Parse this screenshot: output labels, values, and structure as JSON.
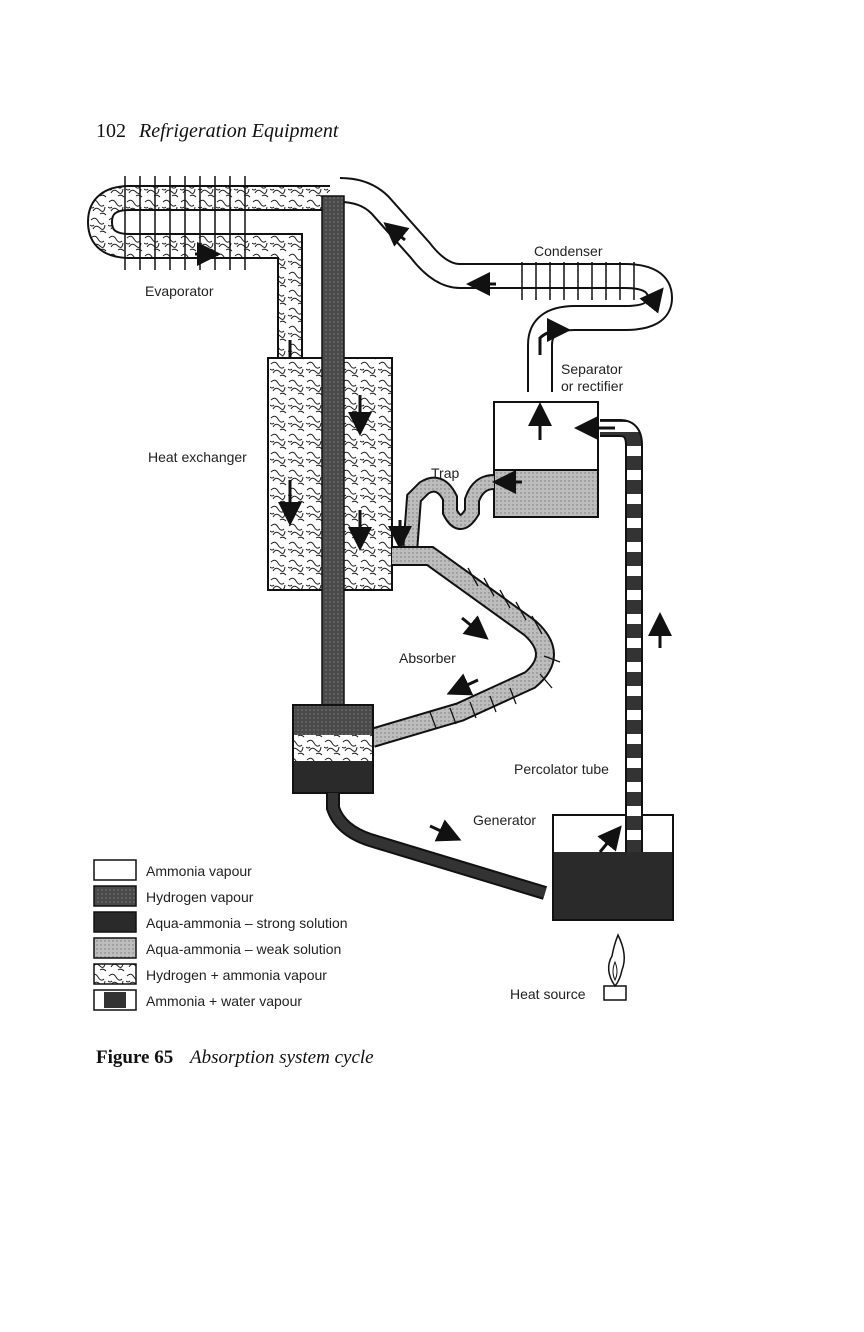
{
  "header": {
    "page_number": "102",
    "title": "Refrigeration Equipment"
  },
  "labels": {
    "evaporator": "Evaporator",
    "condenser": "Condenser",
    "separator_line1": "Separator",
    "separator_line2": "or rectifier",
    "heat_exchanger": "Heat exchanger",
    "trap": "Trap",
    "absorber": "Absorber",
    "percolator": "Percolator tube",
    "generator": "Generator",
    "heat_source": "Heat source"
  },
  "legend": [
    {
      "key": "ammonia-vapour",
      "label": "Ammonia vapour"
    },
    {
      "key": "hydrogen-vapour",
      "label": "Hydrogen vapour"
    },
    {
      "key": "strong-solution",
      "label": "Aqua-ammonia – strong solution"
    },
    {
      "key": "weak-solution",
      "label": "Aqua-ammonia – weak solution"
    },
    {
      "key": "hydrogen-ammonia",
      "label": "Hydrogen + ammonia vapour"
    },
    {
      "key": "ammonia-water",
      "label": "Ammonia + water vapour"
    }
  ],
  "caption": {
    "figure": "Figure 65",
    "text": "Absorption system cycle"
  },
  "colors": {
    "hydrogen_vapour": "#555555",
    "strong_solution": "#2a2a2a",
    "weak_solution": "#b0b0b0",
    "outline": "#111111"
  }
}
